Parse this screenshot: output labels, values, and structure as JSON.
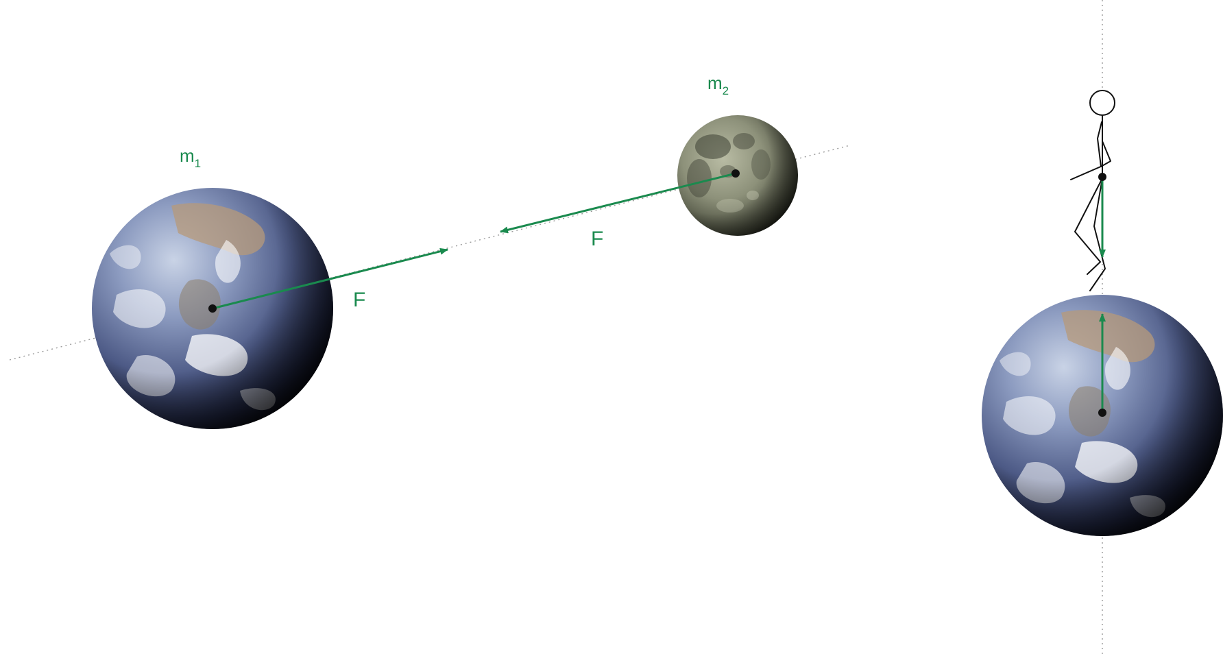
{
  "labels": {
    "mass1": "m",
    "mass1_sub": "1",
    "mass2": "m",
    "mass2_sub": "2",
    "force_on_m1": "F",
    "force_on_m2": "F"
  },
  "colors": {
    "force": "#1a8a4e",
    "label": "#1a8a4e",
    "axis": "#9a9a9a",
    "figure": "#111111"
  },
  "icons": {
    "earth": "earth-globe",
    "moon": "moon-globe",
    "person": "stick-figure-person"
  }
}
